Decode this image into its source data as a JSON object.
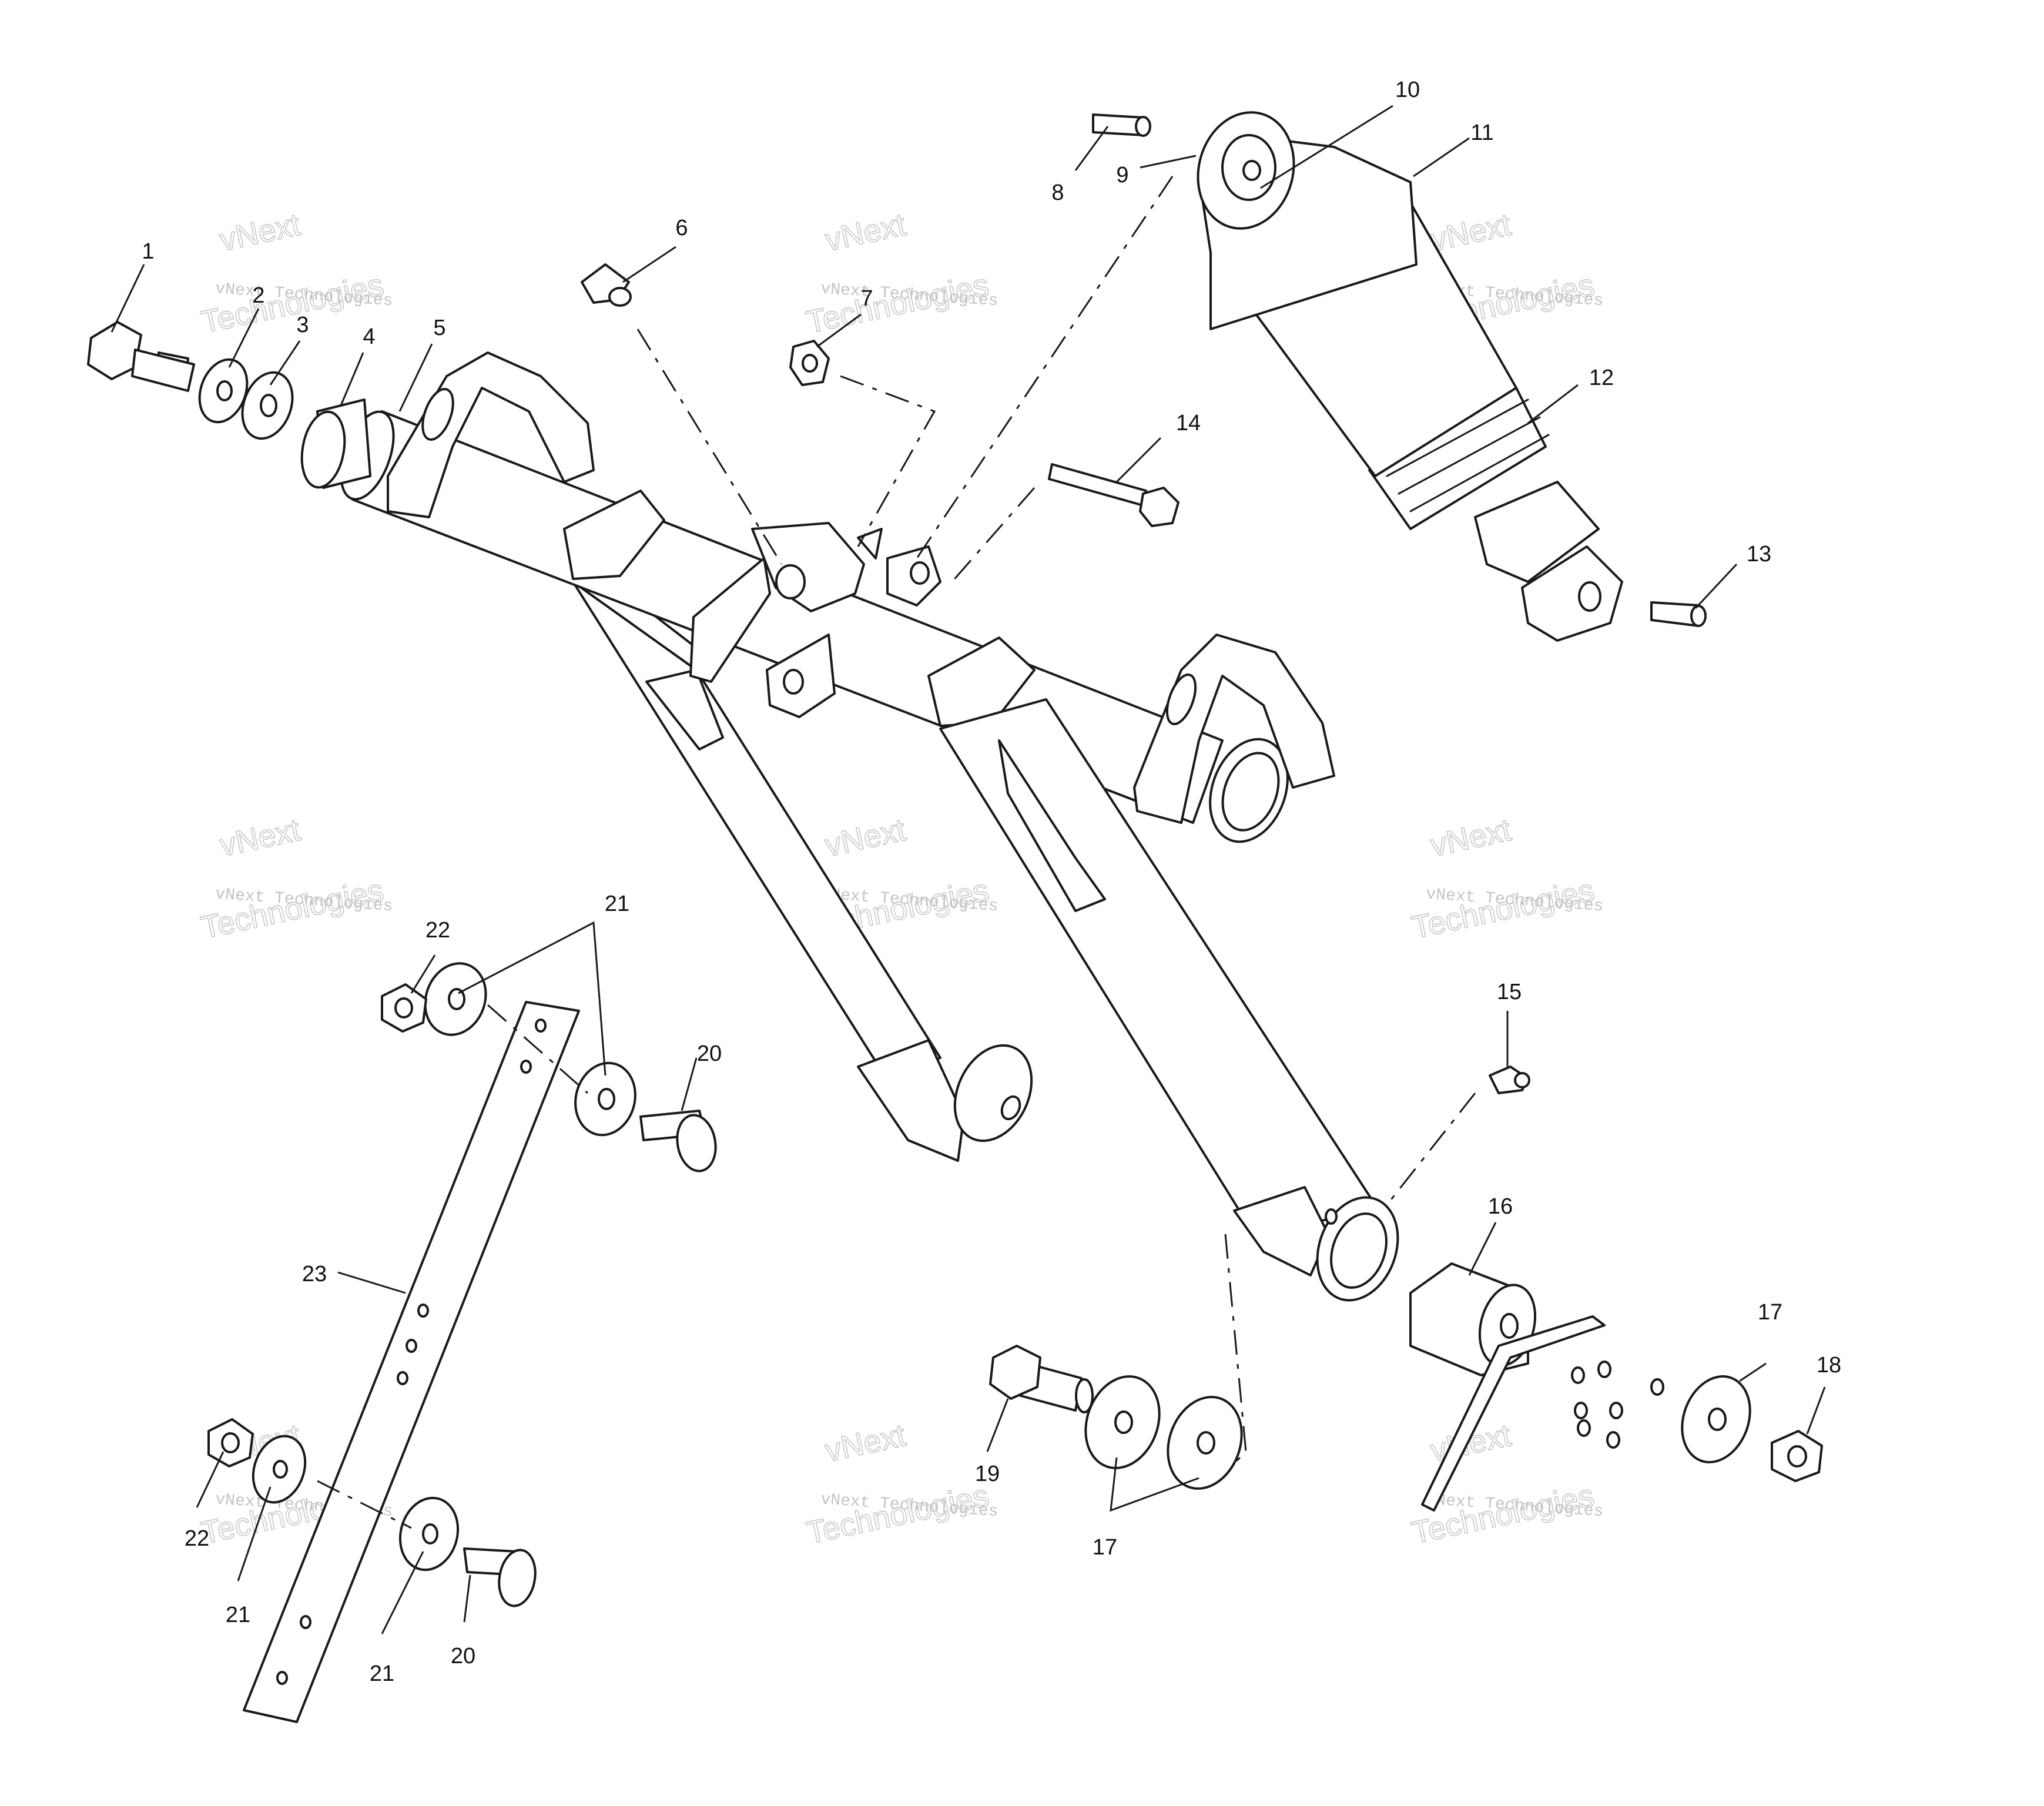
{
  "callouts": [
    "1",
    "2",
    "3",
    "4",
    "5",
    "6",
    "7",
    "8",
    "9",
    "10",
    "11",
    "12",
    "13",
    "14",
    "15",
    "16",
    "17",
    "18",
    "19",
    "20",
    "21",
    "22",
    "23"
  ],
  "watermark": {
    "line1": "vNext",
    "line2": "vNext Technologies",
    "line3": "Technologies"
  }
}
